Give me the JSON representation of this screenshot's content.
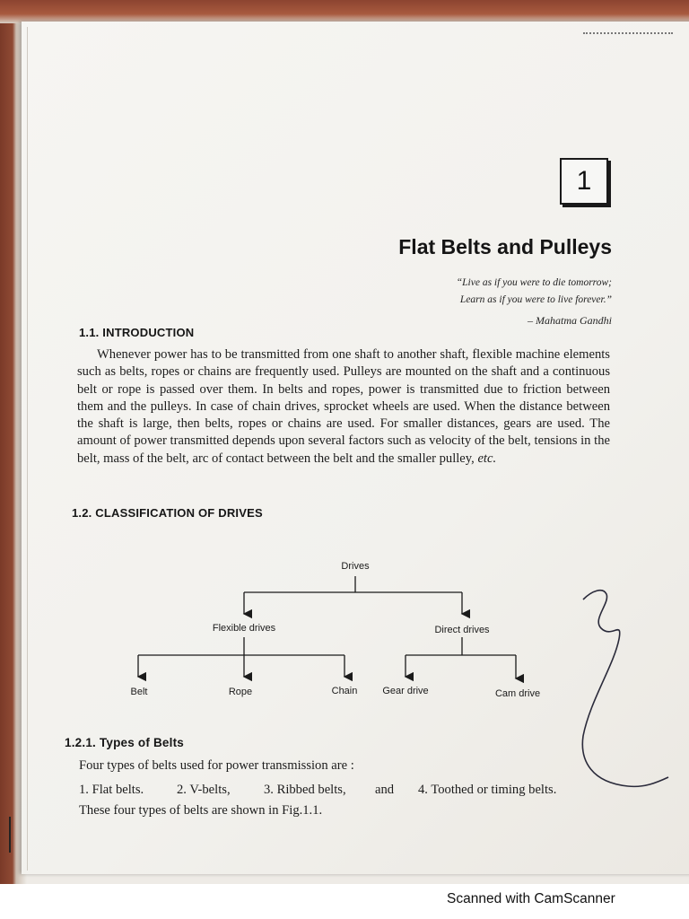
{
  "chapter": {
    "number": "1",
    "title": "Flat Belts and Pulleys",
    "quote_line1": "“Live as if you were to die tomorrow;",
    "quote_line2": "Learn as if you were to live forever.”",
    "quote_author": "– Mahatma Gandhi"
  },
  "introduction": {
    "heading": "1.1.  INTRODUCTION",
    "text": "Whenever power has to be transmitted from one shaft to another shaft, flexible machine elements such as belts, ropes or chains are frequently used. Pulleys are mounted on the shaft and a continuous belt or rope is passed over them. In belts and ropes, power is transmitted due to friction between them and the pulleys. In case of chain drives, sprocket wheels are used. When the distance between the shaft is large, then belts, ropes or chains are used. For smaller distances, gears are used. The amount of power transmitted depends upon several factors such as velocity of the belt, tensions in the belt, mass of the belt, arc of contact between the belt and the smaller pulley, ",
    "text_etc": "etc."
  },
  "classification": {
    "heading": "1.2.  CLASSIFICATION OF DRIVES",
    "tree": {
      "root": "Drives",
      "flexible": "Flexible drives",
      "direct": "Direct drives",
      "belt": "Belt",
      "rope": "Rope",
      "chain": "Chain",
      "gear": "Gear drive",
      "cam": "Cam drive"
    }
  },
  "types_of_belts": {
    "heading": "1.2.1.  Types of Belts",
    "intro": "Four types of belts used for power transmission are :",
    "items": [
      "1.  Flat belts.",
      "2.  V-belts,",
      "3.  Ribbed belts,",
      "and",
      "4.  Toothed or timing belts."
    ],
    "closing": "These four types of belts are shown in Fig.1.1."
  },
  "scanner_note": "Scanned with CamScanner"
}
